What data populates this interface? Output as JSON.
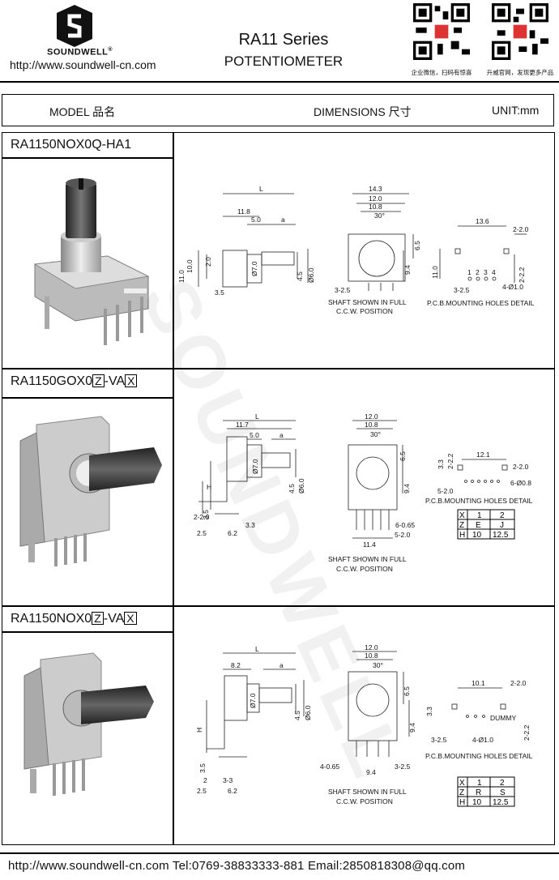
{
  "header": {
    "brand": "SOUNDWELL",
    "brand_mark": "®",
    "url": "http://www.soundwell-cn.com",
    "series_title": "RA11 Series",
    "product_type": "POTENTIOMETER",
    "qr_captions": [
      "企业微信，扫码有惊喜",
      "升威官网，发现更多产品"
    ]
  },
  "columns": {
    "model": "MODEL 品名",
    "dimensions": "DIMENSIONS 尺寸",
    "unit": "UNIT:mm"
  },
  "sections": [
    {
      "model": "RA1150NOX0Q-HA1",
      "labels": {
        "notes": [
          "SHAFT SHOWN IN FULL",
          "C.C.W. POSITION"
        ],
        "pcb": "P.C.B.MOUNTING HOLES DETAIL",
        "side_dims": [
          "L",
          "11.8",
          "5.0",
          "a",
          "10.0",
          "11.0",
          "2.0",
          "Ø7.0",
          "4.5",
          "Ø6.0",
          "3.5"
        ],
        "front_dims": [
          "14.3",
          "12.0",
          "10.8",
          "30°",
          "6.5",
          "9.4",
          "3-2.5"
        ],
        "pcb_dims": [
          "13.6",
          "2-2.0",
          "11.0",
          "2-2.2",
          "1",
          "2",
          "3",
          "4",
          "3-2.5",
          "4-Ø1.0"
        ]
      }
    },
    {
      "model_prefix": "RA1150GOX0",
      "model_box1": "Z",
      "model_mid": "-VA",
      "model_box2": "X",
      "labels": {
        "notes": [
          "SHAFT SHOWN IN FULL",
          "C.C.W. POSITION"
        ],
        "pcb": "P.C.B.MOUNTING HOLES DETAIL",
        "side_dims": [
          "L",
          "11.7",
          "5.0",
          "a",
          "Ø7.0",
          "4.5",
          "Ø6.0",
          "H",
          "3.5",
          "2-2.0",
          "2.5",
          "6.2",
          "3.3"
        ],
        "front_dims": [
          "12.0",
          "10.8",
          "30°",
          "6.5",
          "9.4",
          "6-0.65",
          "5-2.0",
          "11.4"
        ],
        "pcb_dims": [
          "3.3",
          "2-2.2",
          "12.1",
          "2-2.0",
          "6-Ø0.8",
          "5-2.0"
        ]
      },
      "option_table": [
        [
          "X",
          "1",
          "2"
        ],
        [
          "Z",
          "E",
          "J"
        ],
        [
          "H",
          "10",
          "12.5"
        ]
      ]
    },
    {
      "model_prefix": "RA1150NOX0",
      "model_box1": "Z",
      "model_mid": "-VA",
      "model_box2": "X",
      "labels": {
        "notes": [
          "SHAFT SHOWN IN FULL",
          "C.C.W. POSITION"
        ],
        "pcb": "P.C.B.MOUNTING HOLES DETAIL",
        "side_dims": [
          "L",
          "8.2",
          "a",
          "Ø7.0",
          "4.5",
          "Ø6.0",
          "H",
          "3.5",
          "2.5",
          "3-3",
          "6.2",
          "2"
        ],
        "front_dims": [
          "12.0",
          "10.8",
          "30°",
          "6.5",
          "9.4",
          "4-0.65",
          "9.4",
          "3-2.5"
        ],
        "pcb_dims": [
          "10.1",
          "2-2.0",
          "3.3",
          "DUMMY",
          "3-2.5",
          "4-Ø1.0",
          "2-2.2"
        ]
      },
      "option_table": [
        [
          "X",
          "1",
          "2"
        ],
        [
          "Z",
          "R",
          "S"
        ],
        [
          "H",
          "10",
          "12.5"
        ]
      ]
    }
  ],
  "footer": "http://www.soundwell-cn.com  Tel:0769-38833333-881  Email:2850818308@qq.com",
  "watermark": "SOUNDWELL"
}
